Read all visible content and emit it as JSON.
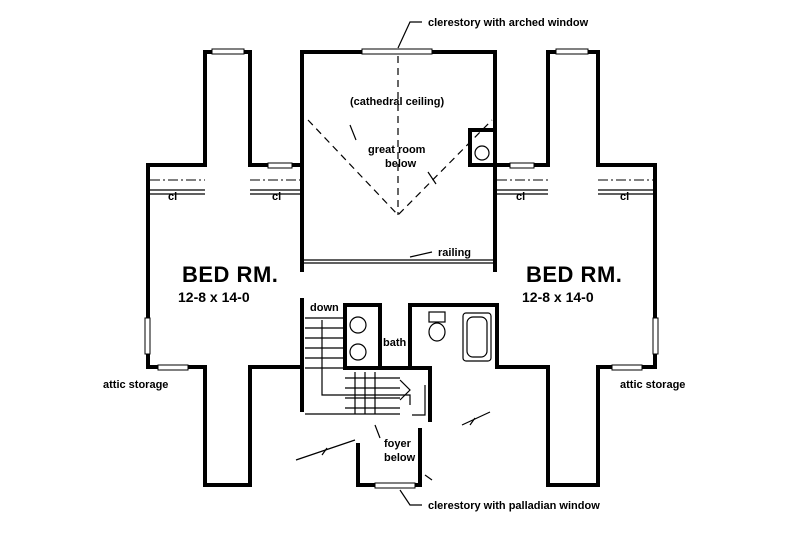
{
  "labels": {
    "clerestory_top": "clerestory with arched window",
    "cathedral": "(cathedral ceiling)",
    "great_room_1": "great room",
    "great_room_2": "below",
    "railing": "railing",
    "closet": "cl",
    "bedroom_name": "BED RM.",
    "bedroom_dims": "12-8 x 14-0",
    "down": "down",
    "bath": "bath",
    "attic": "attic storage",
    "foyer_1": "foyer",
    "foyer_2": "below",
    "clerestory_bottom": "clerestory with palladian window"
  }
}
